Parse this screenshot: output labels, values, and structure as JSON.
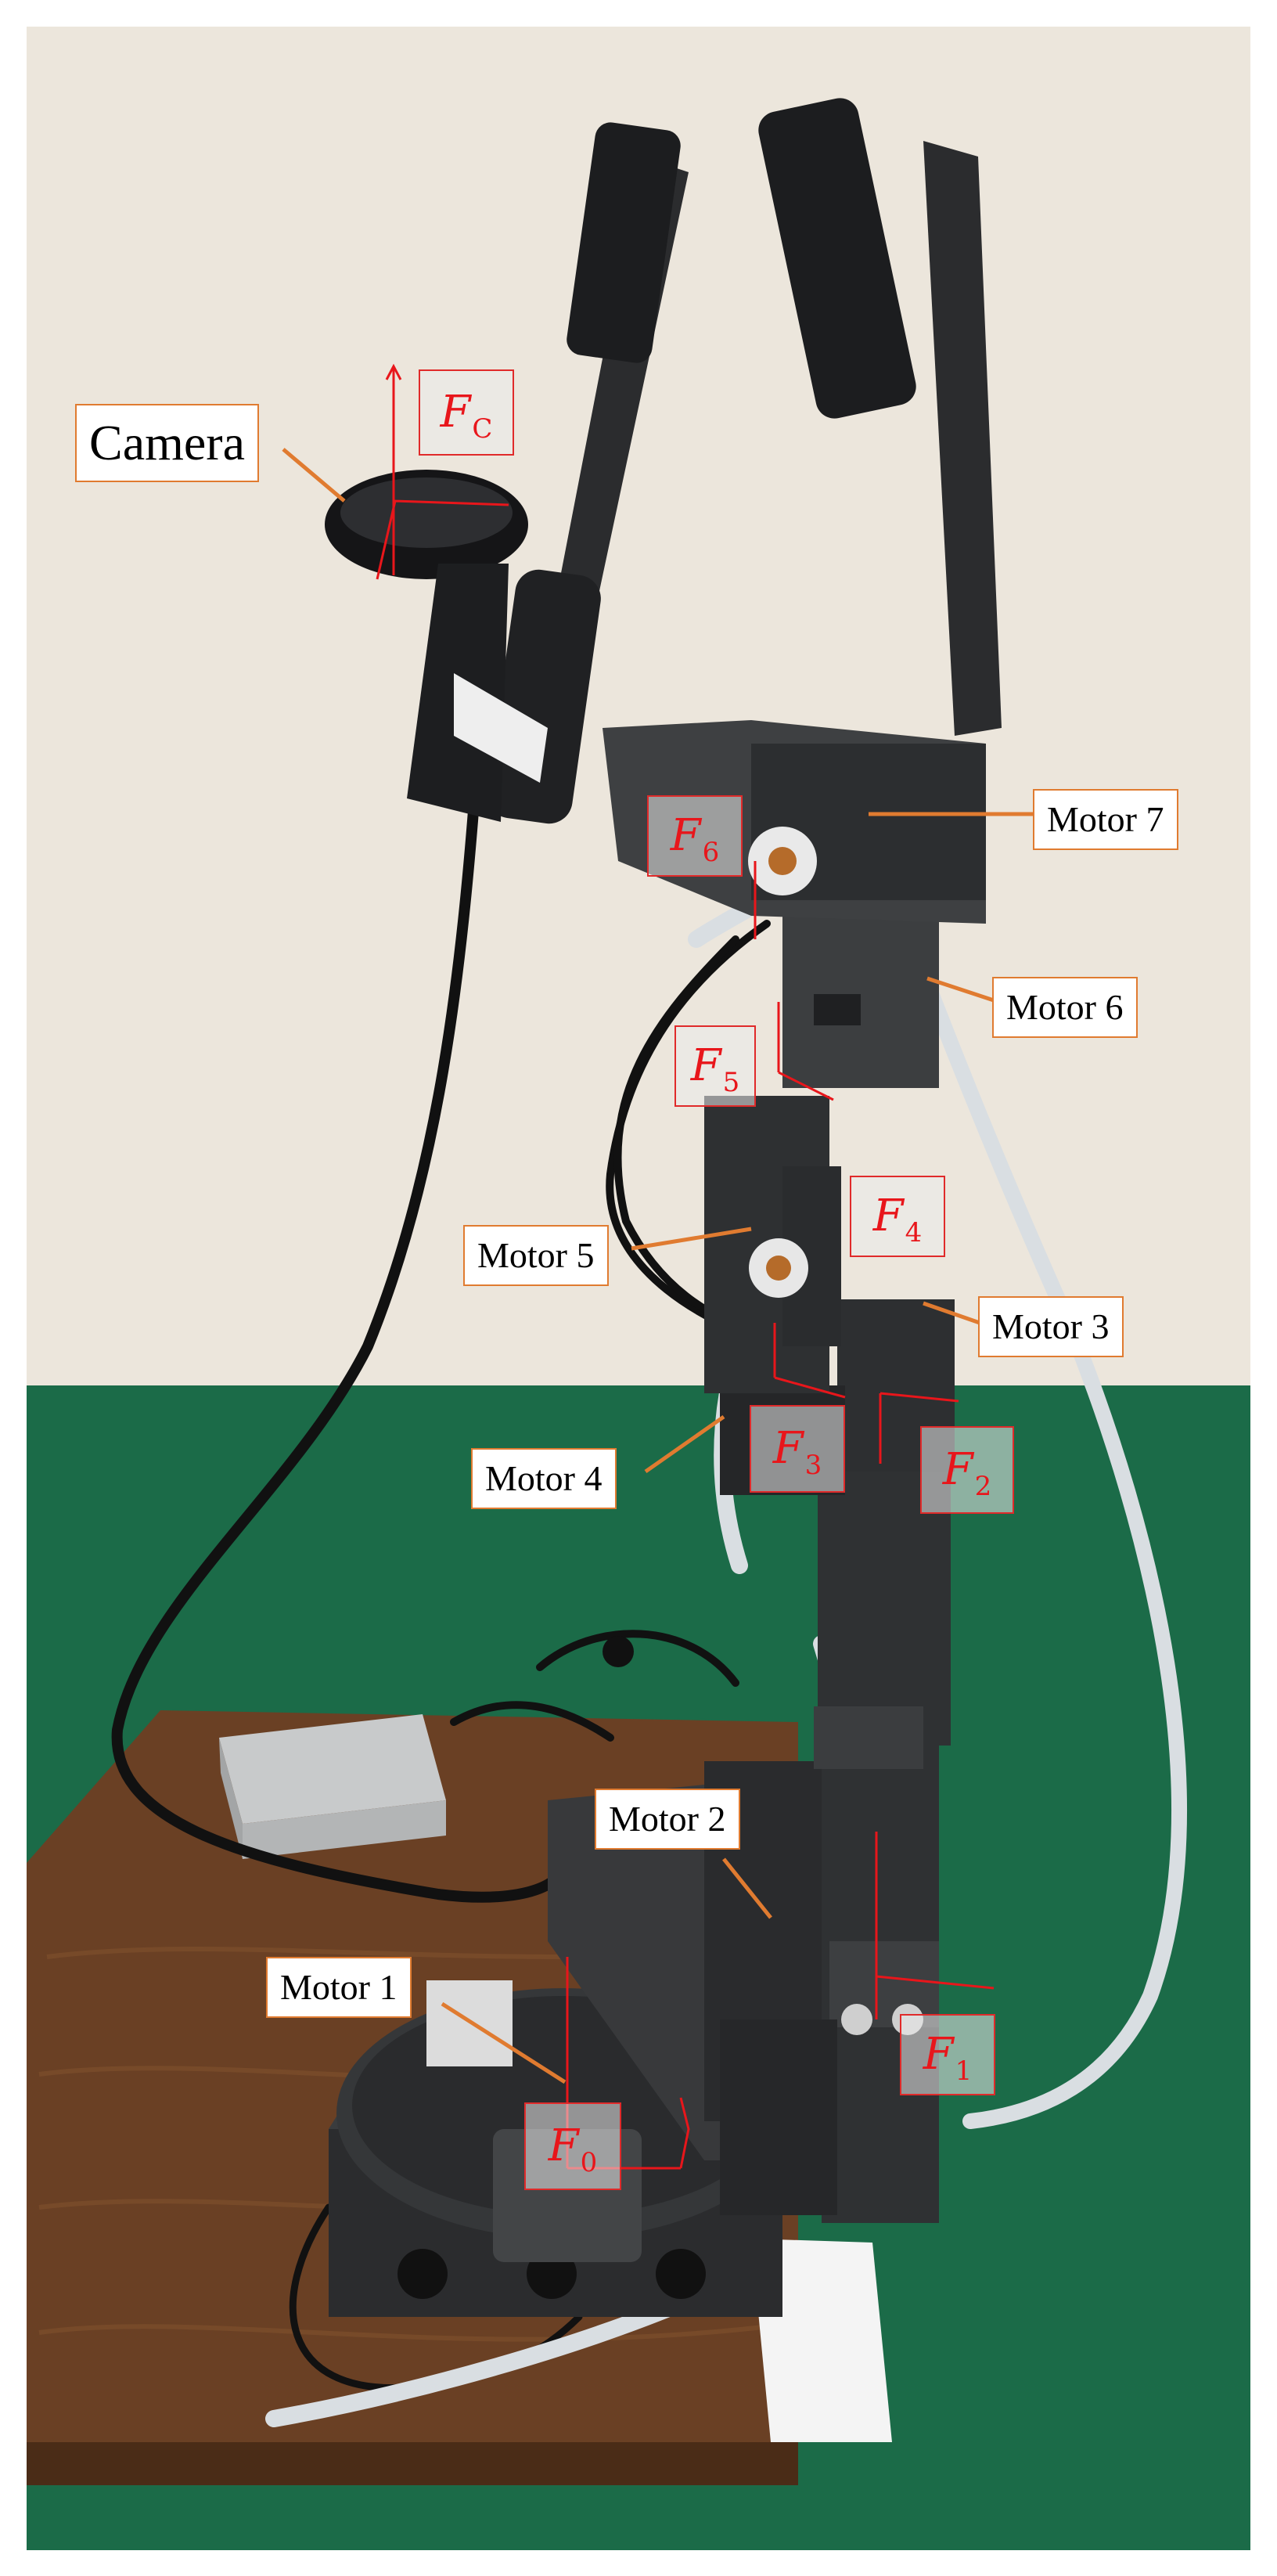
{
  "colors": {
    "wall": "#ece6dc",
    "table": "#1b6b48",
    "wood": "#6a4024",
    "robot": "#2f3133",
    "label_border": "#e07b30",
    "frame_color": "#e8161b",
    "tube": "#d9dee2"
  },
  "labels": {
    "camera": "Camera",
    "motor1": "Motor 1",
    "motor2": "Motor 2",
    "motor3": "Motor 3",
    "motor4": "Motor 4",
    "motor5": "Motor 5",
    "motor6": "Motor 6",
    "motor7": "Motor 7"
  },
  "frames": {
    "fc": {
      "symbol": "F",
      "sub": "C"
    },
    "f0": {
      "symbol": "F",
      "sub": "0"
    },
    "f1": {
      "symbol": "F",
      "sub": "1"
    },
    "f2": {
      "symbol": "F",
      "sub": "2"
    },
    "f3": {
      "symbol": "F",
      "sub": "3"
    },
    "f4": {
      "symbol": "F",
      "sub": "4"
    },
    "f5": {
      "symbol": "F",
      "sub": "5"
    },
    "f6": {
      "symbol": "F",
      "sub": "6"
    }
  }
}
